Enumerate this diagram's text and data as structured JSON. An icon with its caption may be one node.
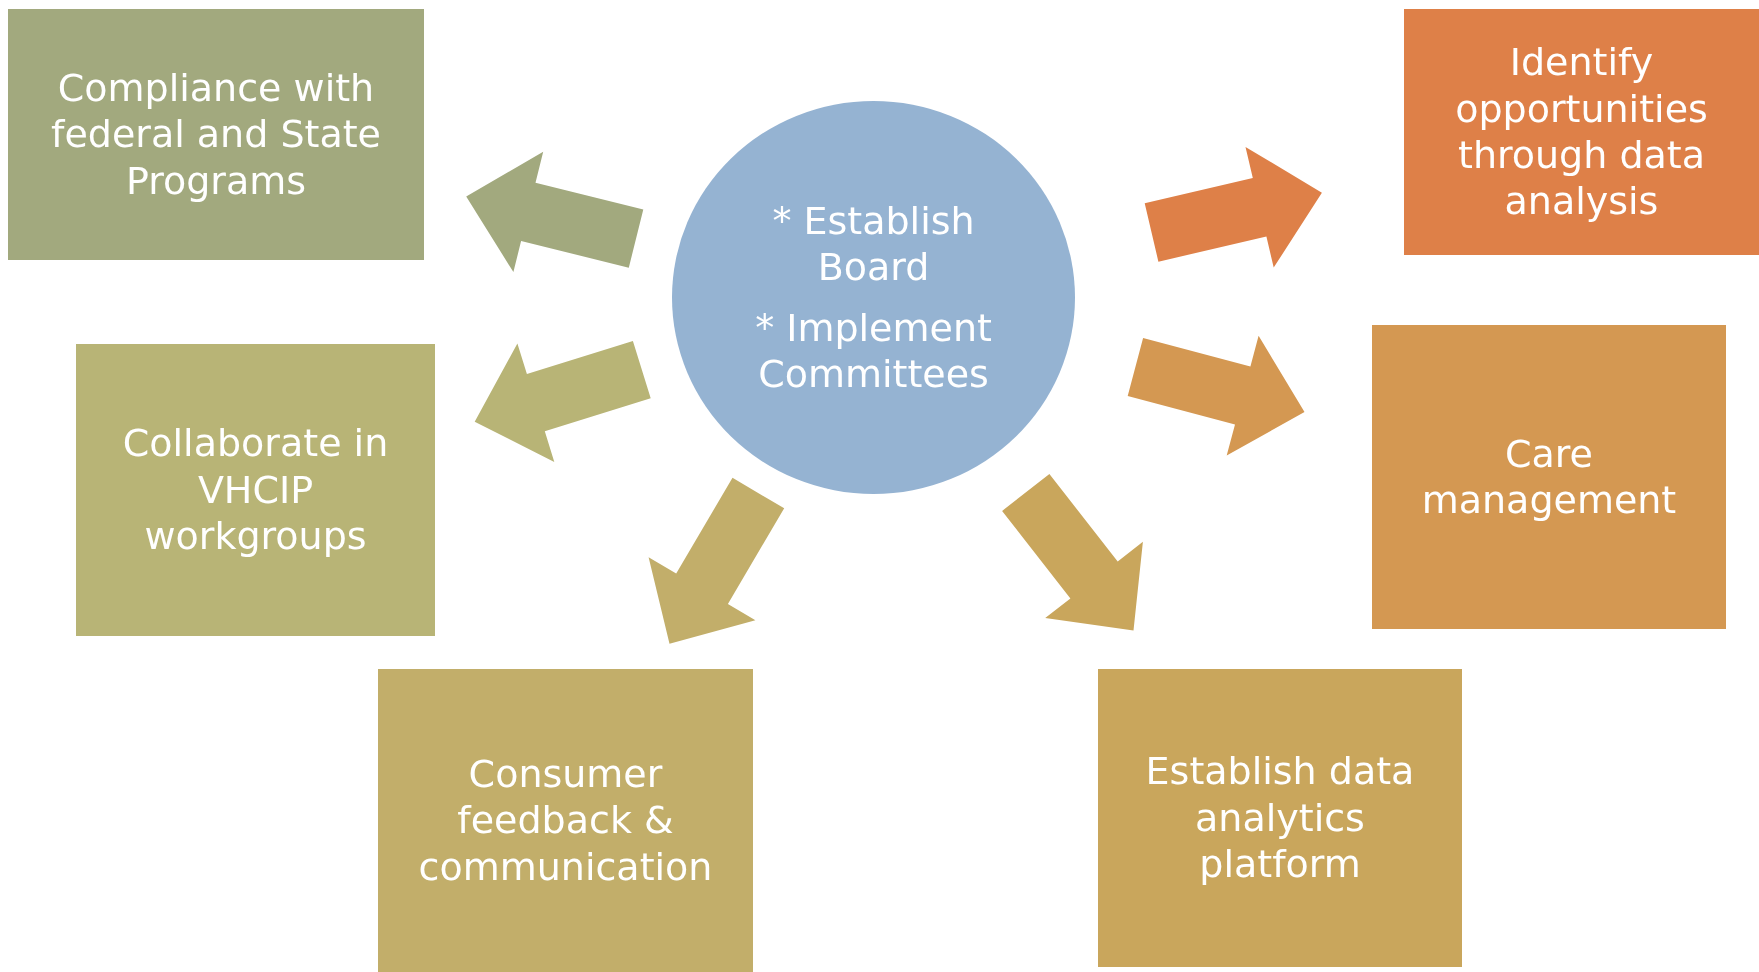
{
  "diagram": {
    "nodes": [
      {
        "text": [
          "* Establish Board",
          "* Implement Committees"
        ]
      },
      {
        "text": [
          "Compliance with federal and State Programs"
        ]
      },
      {
        "text": [
          "Collaborate in VHCIP workgroups"
        ]
      },
      {
        "text": [
          "Consumer feedback & communication"
        ]
      },
      {
        "text": [
          "Establish data analytics platform"
        ]
      },
      {
        "text": [
          "Care management"
        ]
      },
      {
        "text": [
          "Identify opportunities through data analysis"
        ]
      }
    ],
    "edges": [
      {
        "from": 0,
        "to": 1,
        "arrow": "to",
        "style": "thick",
        "color": "#a2a97e"
      },
      {
        "from": 0,
        "to": 2,
        "arrow": "to",
        "style": "thick",
        "color": "#b8b476"
      },
      {
        "from": 0,
        "to": 3,
        "arrow": "to",
        "style": "thick",
        "color": "#c2ae6a"
      },
      {
        "from": 0,
        "to": 4,
        "arrow": "to",
        "style": "thick",
        "color": "#c9a65c"
      },
      {
        "from": 0,
        "to": 5,
        "arrow": "to",
        "style": "thick",
        "color": "#d49852"
      },
      {
        "from": 0,
        "to": 6,
        "arrow": "to",
        "style": "thick",
        "color": "#de8048"
      }
    ]
  }
}
